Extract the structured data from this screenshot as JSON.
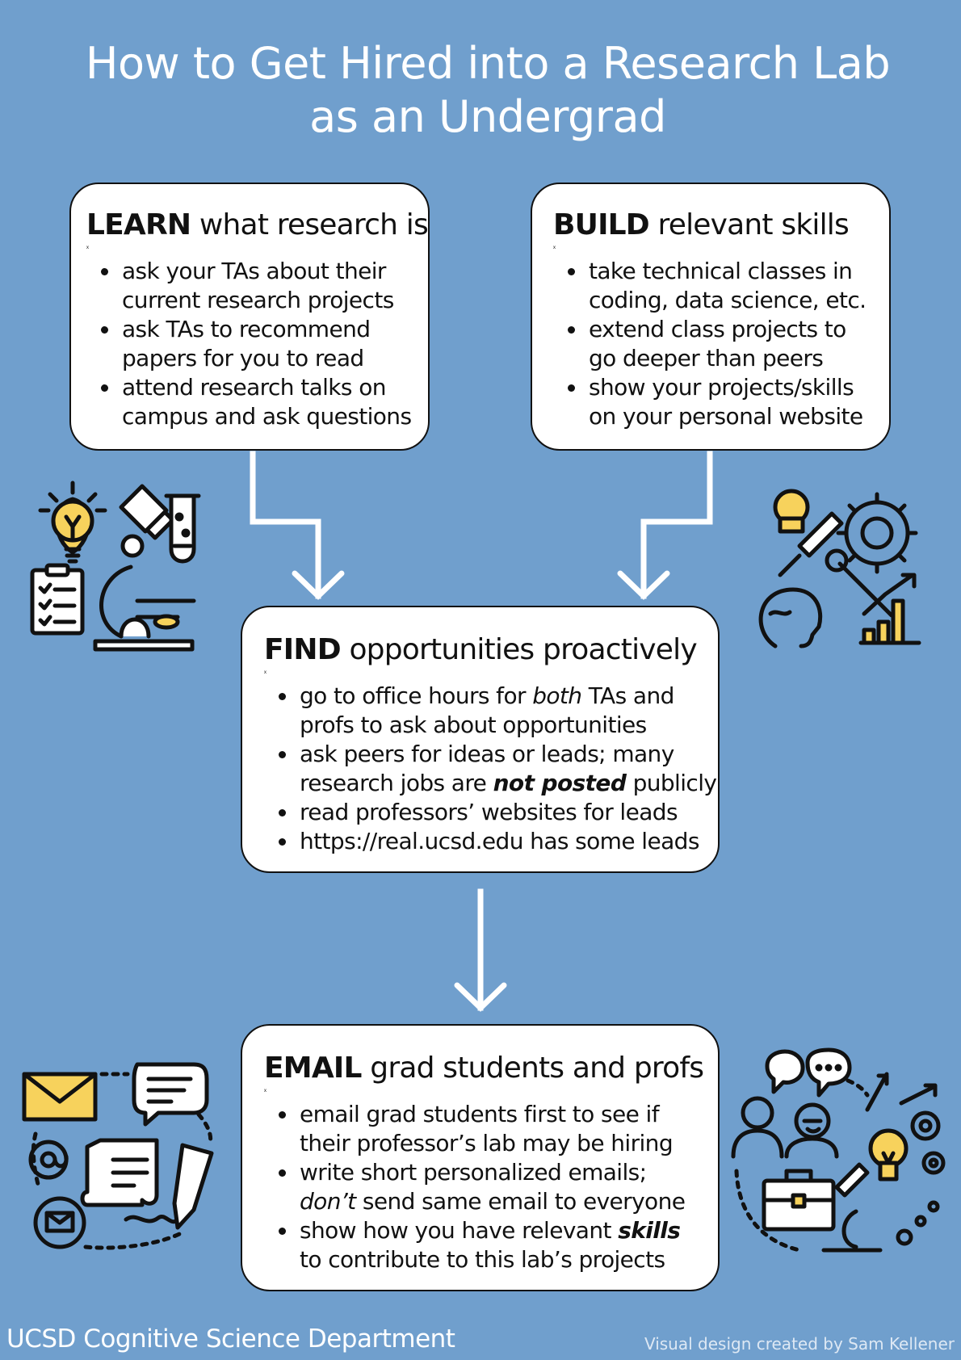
{
  "title": {
    "line1": "How to Get Hired into a Research Lab",
    "line2": "as an Undergrad"
  },
  "cards": {
    "learn": {
      "keyword": "LEARN",
      "rest": " what research is",
      "items": [
        [
          "ask your TAs about their",
          "current research projects"
        ],
        [
          "ask TAs to recommend",
          "papers for you to read"
        ],
        [
          "attend research talks on",
          "campus and ask questions"
        ]
      ]
    },
    "build": {
      "keyword": "BUILD",
      "rest": " relevant skills",
      "items": [
        [
          "take technical classes in",
          "coding, data science, etc."
        ],
        [
          "extend class projects to",
          "go deeper than peers"
        ],
        [
          "show your projects/skills",
          "on your personal website"
        ]
      ]
    },
    "find": {
      "keyword": "FIND",
      "rest": " opportunities proactively",
      "item1": {
        "a": "go to office hours for ",
        "em": "both",
        "b": " TAs and",
        "line2": "profs to ask about opportunities"
      },
      "item2": {
        "line1": "ask peers for ideas or leads; many",
        "a": "research jobs are ",
        "strong": "not posted",
        "b": " publicly"
      },
      "item3": "read professors’ websites for leads",
      "item4": "https://real.ucsd.edu has some leads"
    },
    "email": {
      "keyword": "EMAIL",
      "rest": " grad students and profs",
      "item1": [
        "email grad students first to see if",
        "their professor’s lab may be hiring"
      ],
      "item2": {
        "line1": "write short personalized emails;",
        "em": "don’t",
        "b": " send same email to everyone"
      },
      "item3": {
        "a": "show how you have relevant ",
        "strong": "skills",
        "line2": "to contribute to this lab’s projects"
      }
    }
  },
  "footer": {
    "left": "UCSD Cognitive Science Department",
    "right": "Visual design created by Sam Kellener"
  },
  "colors": {
    "background": "#709fcd",
    "accent_yellow": "#f7d25c",
    "card": "#ffffff",
    "ink": "#111111"
  },
  "icons": [
    "lightbulb-icon",
    "microscope-icon",
    "test-tube-icon",
    "clipboard-icon",
    "gear-icon",
    "wrench-icon",
    "head-profile-icon",
    "bar-chart-icon",
    "envelope-icon",
    "speech-bubble-icon",
    "document-icon",
    "pen-icon",
    "at-sign-icon",
    "people-icon",
    "briefcase-icon"
  ]
}
